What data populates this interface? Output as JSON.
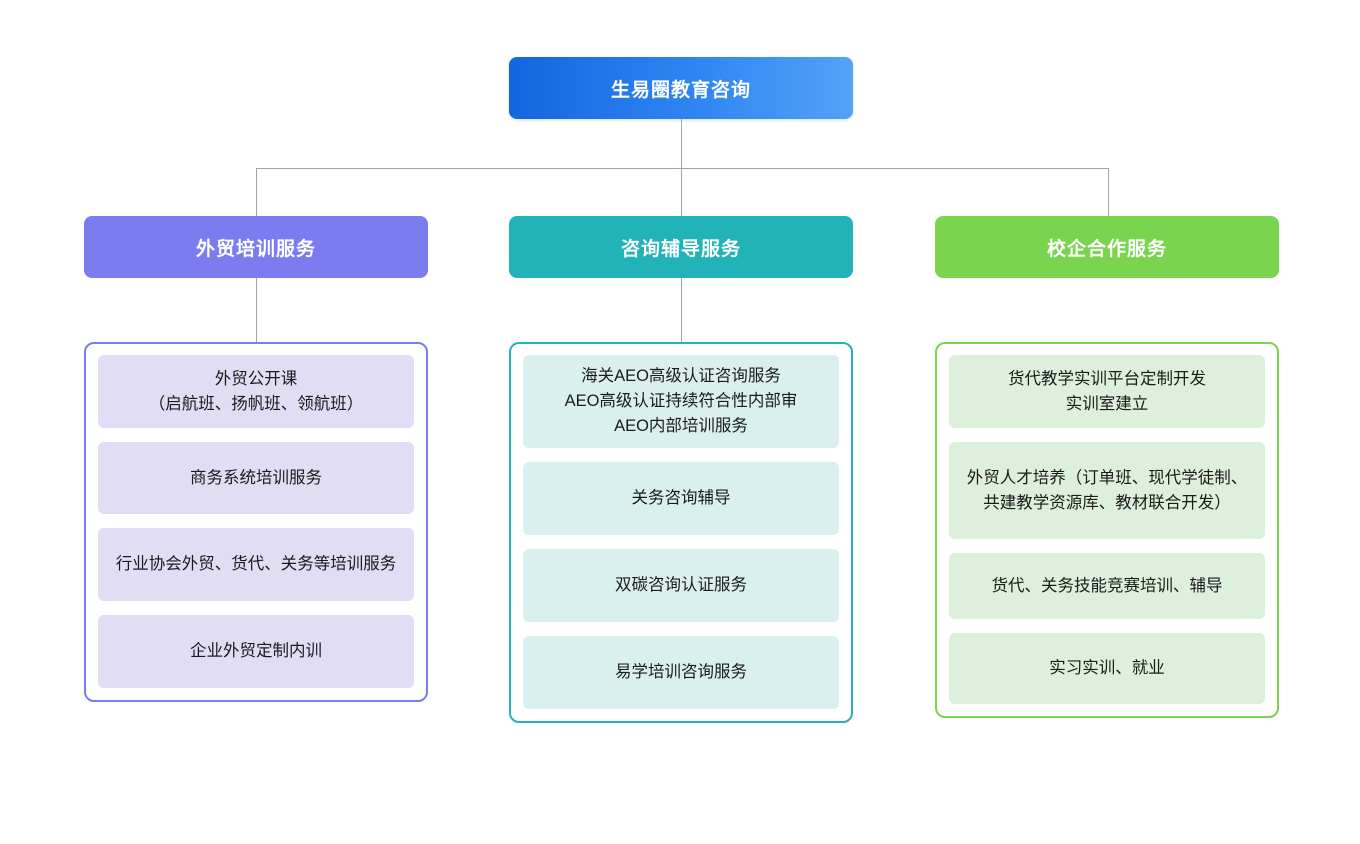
{
  "diagram": {
    "type": "organization-tree",
    "root": {
      "label": "生易圈教育咨询",
      "color": "#2f86f2"
    },
    "branches": [
      {
        "id": "waimao-peixun",
        "header": "外贸培训服务",
        "header_color": "#7b7cf0",
        "item_color": "#e1ddf4",
        "items": [
          {
            "lines": [
              "外贸公开课",
              "（启航班、扬帆班、领航班）"
            ]
          },
          {
            "lines": [
              "商务系统培训服务"
            ]
          },
          {
            "lines": [
              "行业协会外贸、货代、关务等培训服务"
            ],
            "wrap": true
          },
          {
            "lines": [
              "企业外贸定制内训"
            ]
          }
        ]
      },
      {
        "id": "zixun-fudao",
        "header": "咨询辅导服务",
        "header_color": "#21b3b8",
        "item_color": "#d9f0ef",
        "items": [
          {
            "lines": [
              "海关AEO高级认证咨询服务",
              "AEO高级认证持续符合性内部审",
              "AEO内部培训服务"
            ]
          },
          {
            "lines": [
              "关务咨询辅导"
            ]
          },
          {
            "lines": [
              "双碳咨询认证服务"
            ]
          },
          {
            "lines": [
              "易学培训咨询服务"
            ]
          }
        ]
      },
      {
        "id": "xiaoqi-hezuo",
        "header": "校企合作服务",
        "header_color": "#7ad44e",
        "item_color": "#ddf0dc",
        "items": [
          {
            "lines": [
              "货代教学实训平台定制开发",
              "实训室建立"
            ]
          },
          {
            "lines": [
              "外贸人才培养（订单班、现代学徒制、共建教学资源库、教材联合开发）"
            ],
            "wrap": true
          },
          {
            "lines": [
              "货代、关务技能竞赛培训、辅导"
            ]
          },
          {
            "lines": [
              "实习实训、就业"
            ]
          }
        ]
      }
    ],
    "connector_color": "#9aa6b2"
  }
}
